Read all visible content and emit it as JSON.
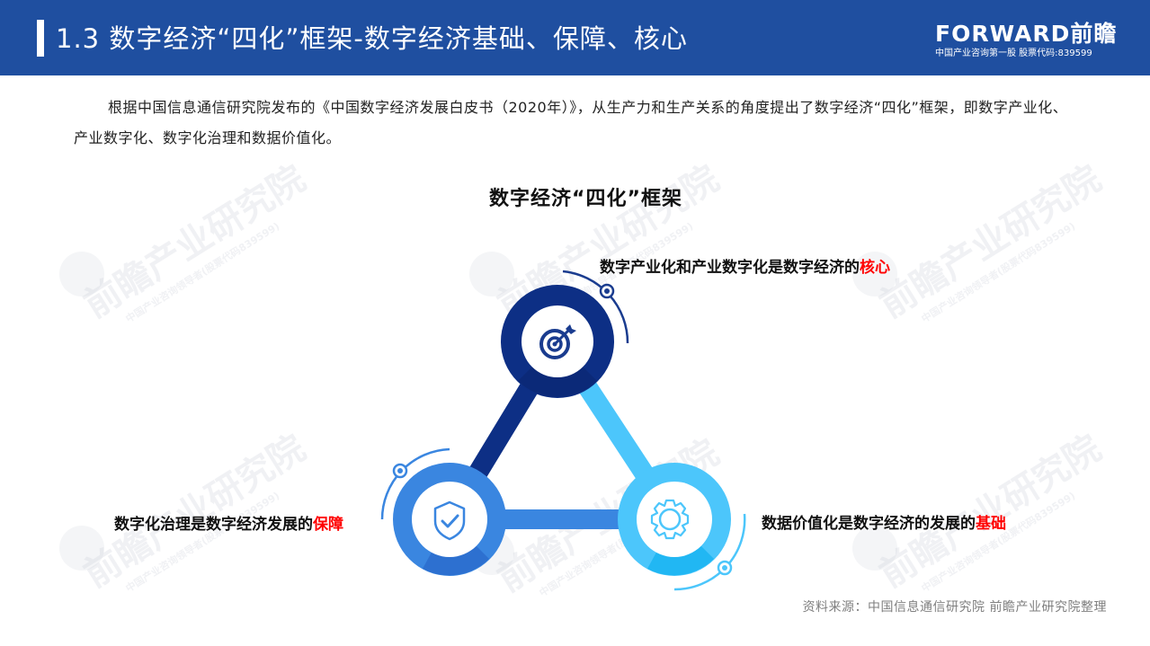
{
  "header": {
    "section_number": "1.3",
    "title": "1.3 数字经济“四化”框架-数字经济基础、保障、核心",
    "logo_brand": "FORWARD前瞻",
    "logo_tagline": "中国产业咨询第一股  股票代码:839599"
  },
  "intro": {
    "text": "根据中国信息通信研究院发布的《中国数字经济发展白皮书（2020年）》，从生产力和生产关系的角度提出了数字经济“四化”框架，即数字产业化、产业数字化、数字化治理和数据价值化。"
  },
  "diagram": {
    "title": "数字经济“四化”框架",
    "nodes": [
      {
        "id": "core",
        "icon": "target-icon",
        "label_prefix": "数字产业化和产业数字化是数字经济的",
        "label_highlight": "核心",
        "color": "#0d2f85"
      },
      {
        "id": "guarantee",
        "icon": "shield-check-icon",
        "label_prefix": "数字化治理是数字经济发展的",
        "label_highlight": "保障",
        "color": "#3a86e0"
      },
      {
        "id": "foundation",
        "icon": "gear-icon",
        "label_prefix": "数据价值化是数字经济的发展的",
        "label_highlight": "基础",
        "color": "#4cc6fb"
      }
    ],
    "highlight_color": "#ff0000"
  },
  "source": {
    "text": "资料来源：中国信息通信研究院  前瞻产业研究院整理"
  },
  "watermark": {
    "big": "前瞻产业研究院",
    "small": "中国产业咨询领导者(股票代码839599)"
  },
  "colors": {
    "header_bg": "#1f4fa0",
    "dark_blue": "#0d2f85",
    "mid_blue": "#3a86e0",
    "light_blue": "#4cc6fb"
  }
}
